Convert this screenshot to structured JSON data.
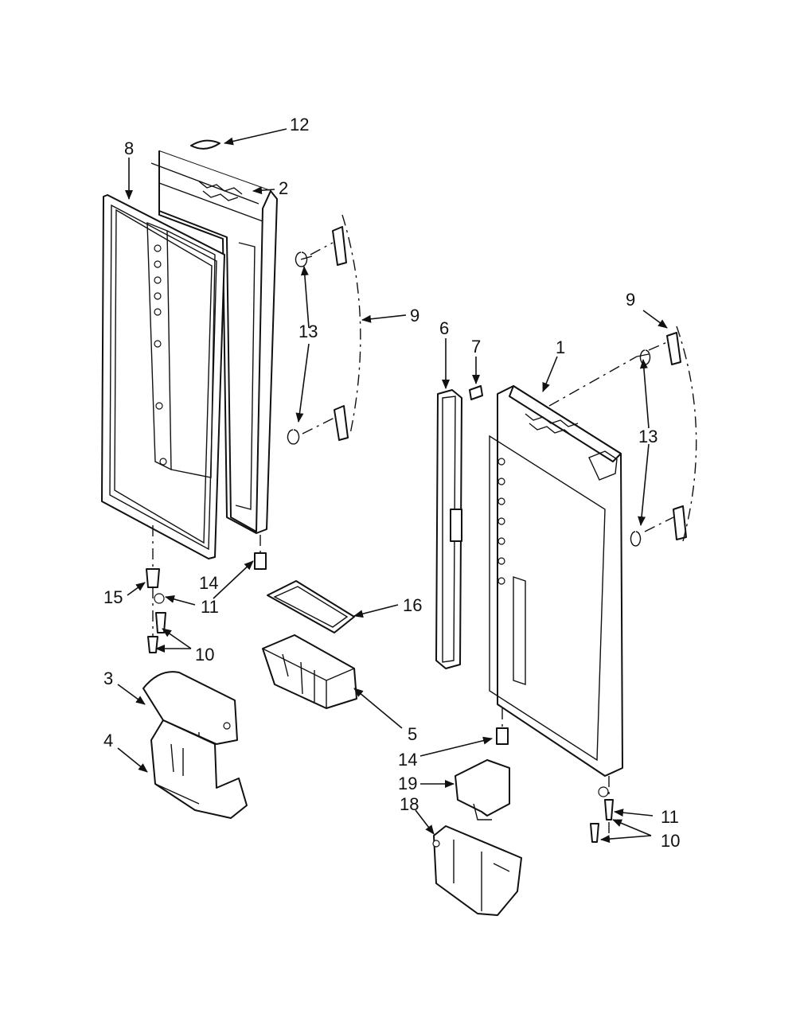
{
  "callouts": {
    "c12": "12",
    "c8": "8",
    "c2": "2",
    "c9_left": "9",
    "c13_left": "13",
    "c6": "6",
    "c7": "7",
    "c1": "1",
    "c9_right": "9",
    "c13_right": "13",
    "c15": "15",
    "c14_left": "14",
    "c11_left": "11",
    "c10_left": "10",
    "c16": "16",
    "c3": "3",
    "c4": "4",
    "c5": "5",
    "c14_right": "14",
    "c19": "19",
    "c18": "18",
    "c11_right": "11",
    "c10_right": "10"
  },
  "colors": {
    "line": "#111111",
    "background": "#ffffff"
  }
}
